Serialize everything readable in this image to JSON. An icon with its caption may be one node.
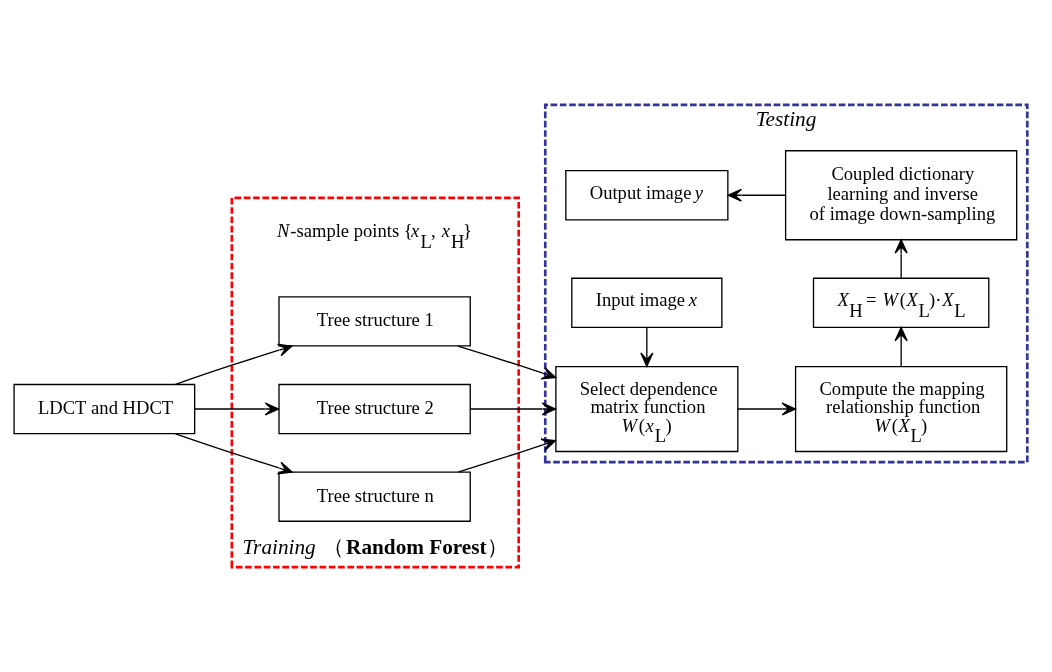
{
  "diagram": {
    "nodes": [
      {
        "text": [
          "*Training* （**Random Forest**）"
        ]
      },
      {
        "text": [
          "LDCT and HDCT"
        ]
      },
      {
        "text": [
          "Tree structure 1"
        ],
        "in": 0
      },
      {
        "text": [
          "Tree structure 2"
        ],
        "in": 0
      },
      {
        "text": [
          "Tree structure n"
        ],
        "in": 0
      },
      {
        "text": [
          "*Testing*"
        ]
      },
      {
        "text": [
          "Input image *x*"
        ],
        "in": 5
      },
      {
        "text": [
          "Select dependence matrix function *W*(*x*$_{L}$)"
        ],
        "in": 5
      },
      {
        "text": [
          "Compute the mapping relationship function *W*(*X*$_{L}$)"
        ],
        "in": 5
      },
      {
        "text": [
          "*X*$_{H}$ = *W*(*X*$_{L}$)·*X*$_{L}$"
        ],
        "in": 5
      },
      {
        "text": [
          "Coupled dictionary learning and inverse of image down-sampling"
        ],
        "in": 5
      },
      {
        "text": [
          "Output image *y*"
        ],
        "in": 5
      }
    ],
    "edges": [
      {
        "from": 1,
        "to": 2,
        "arrow": "to"
      },
      {
        "from": 1,
        "to": 3,
        "arrow": "to"
      },
      {
        "from": 1,
        "to": 4,
        "arrow": "to"
      },
      {
        "from": 2,
        "to": 7,
        "arrow": "to"
      },
      {
        "from": 3,
        "to": 7,
        "arrow": "to"
      },
      {
        "from": 4,
        "to": 7,
        "arrow": "to"
      },
      {
        "from": 6,
        "to": 7,
        "arrow": "to"
      },
      {
        "from": 7,
        "to": 8,
        "arrow": "to"
      },
      {
        "from": 8,
        "to": 9,
        "arrow": "to"
      },
      {
        "from": 9,
        "to": 10,
        "arrow": "to"
      },
      {
        "from": 10,
        "to": 11,
        "arrow": "to"
      }
    ],
    "labels": [
      "*N*-sample points {*x*$_{L}$, *x*$_{H}$}"
    ]
  }
}
